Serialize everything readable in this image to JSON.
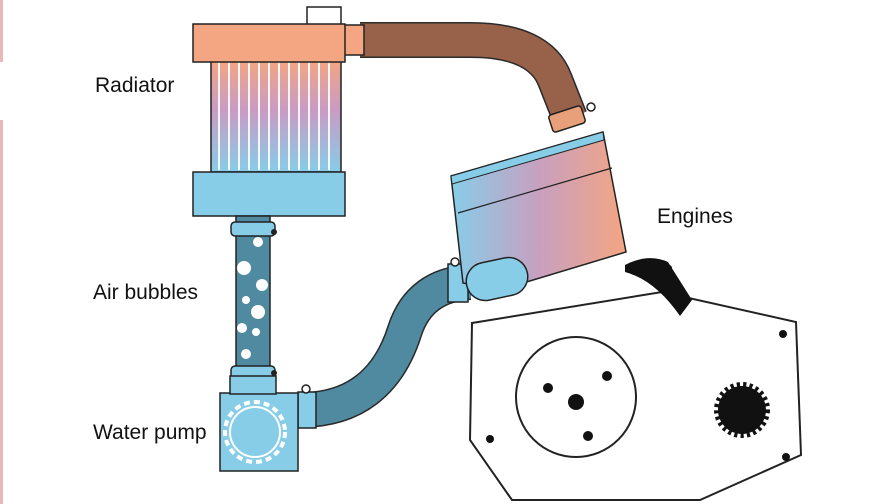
{
  "labels": {
    "radiator": "Radiator",
    "air_bubbles": "Air bubbles",
    "water_pump": "Water pump",
    "engines": "Engines"
  },
  "colors": {
    "hot": "#f4a582",
    "cold": "#87cde8",
    "hot_hose": "#98614a",
    "cold_hose": "#4f8aa0",
    "outline": "#222222"
  }
}
